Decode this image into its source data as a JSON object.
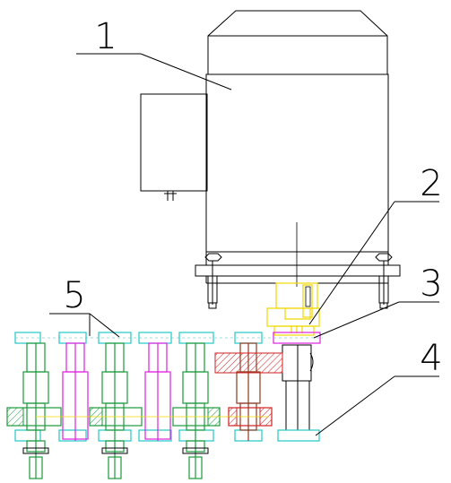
{
  "diagram": {
    "callouts": [
      {
        "id": "callout-1",
        "label": "1"
      },
      {
        "id": "callout-2",
        "label": "2"
      },
      {
        "id": "callout-3",
        "label": "3"
      },
      {
        "id": "callout-4",
        "label": "4"
      },
      {
        "id": "callout-5",
        "label": "5"
      }
    ],
    "colors": {
      "line": "#000000",
      "cyan": "#22c7c7",
      "green": "#1a9a3a",
      "magenta": "#e020e0",
      "yellow": "#f0d800",
      "red": "#d02020",
      "blue": "#2040ff"
    }
  }
}
